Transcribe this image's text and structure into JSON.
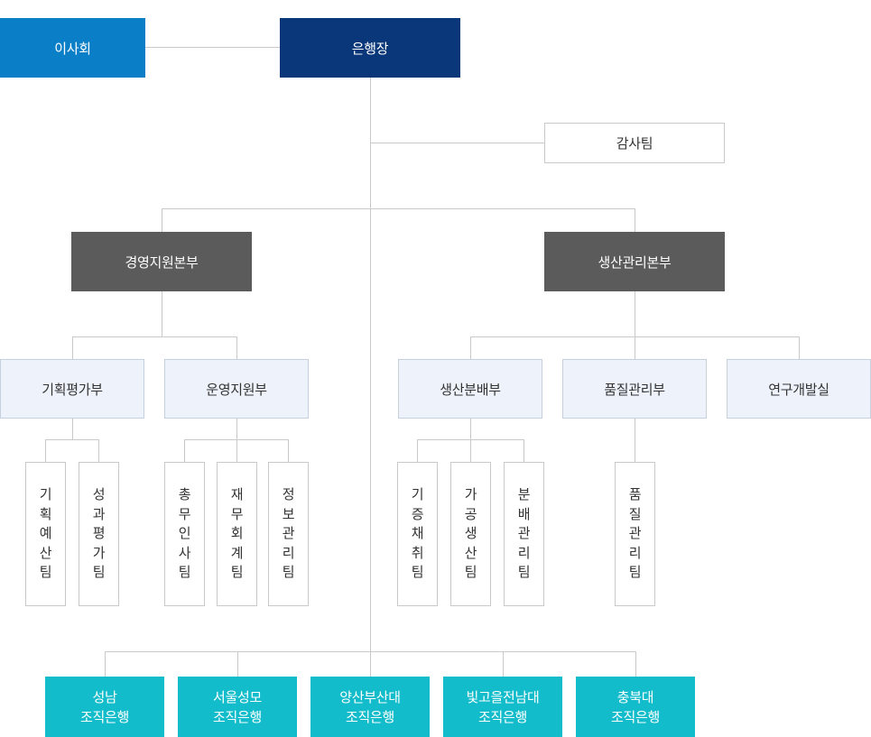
{
  "board": "이사회",
  "ceo": "은행장",
  "audit": "감사팀",
  "divisions": {
    "management": "경영지원본부",
    "production": "생산관리본부"
  },
  "departments": {
    "planning": "기획평가부",
    "operations": "운영지원부",
    "distribution": "생산분배부",
    "quality": "품질관리부",
    "research": "연구개발실"
  },
  "teams": {
    "budget": "기획예산팀",
    "performance": "성과평가팀",
    "general_affairs": "총무인사팀",
    "finance": "재무회계팀",
    "info": "정보관리팀",
    "donor": "기증채취팀",
    "processing": "가공생산팀",
    "allocation": "분배관리팀",
    "qa": "품질관리팀"
  },
  "branches": [
    {
      "line1": "성남",
      "line2": "조직은행"
    },
    {
      "line1": "서울성모",
      "line2": "조직은행"
    },
    {
      "line1": "양산부산대",
      "line2": "조직은행"
    },
    {
      "line1": "빛고을전남대",
      "line2": "조직은행"
    },
    {
      "line1": "충북대",
      "line2": "조직은행"
    }
  ]
}
